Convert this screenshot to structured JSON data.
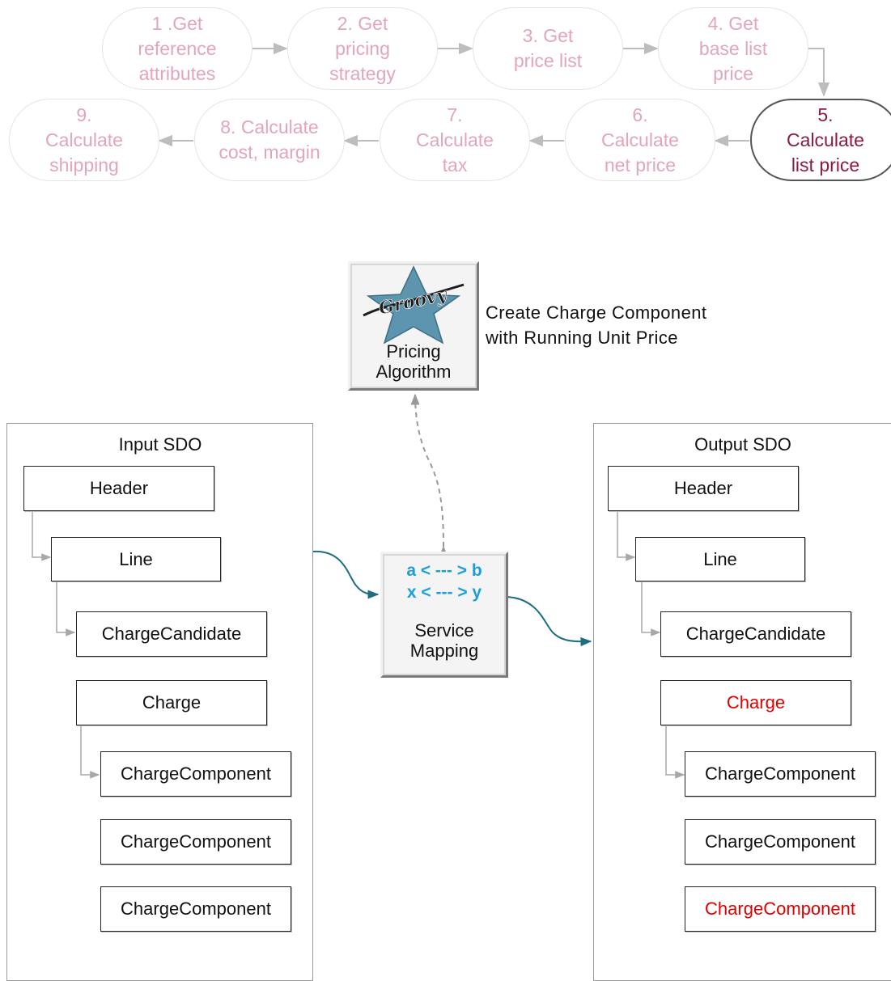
{
  "process_steps": [
    {
      "label": "1 .Get\nreference\nattributes",
      "active": false
    },
    {
      "label": "2. Get\npricing\nstrategy",
      "active": false
    },
    {
      "label": "3. Get\nprice list",
      "active": false
    },
    {
      "label": "4. Get\nbase list\nprice",
      "active": false
    },
    {
      "label": "5.\nCalculate\nlist price",
      "active": true
    },
    {
      "label": "6.\nCalculate\nnet price",
      "active": false
    },
    {
      "label": "7.\nCalculate\ntax",
      "active": false
    },
    {
      "label": "8. Calculate\ncost, margin",
      "active": false
    },
    {
      "label": "9.\nCalculate\nshipping",
      "active": false
    }
  ],
  "pricing_algorithm": {
    "label_line1": "Pricing",
    "label_line2": "Algorithm",
    "logo_text": "Groovy",
    "annotation_line1": "Create Charge  Component",
    "annotation_line2": "with Running Unit Price"
  },
  "service_mapping": {
    "map_line1": "a < --- > b",
    "map_line2": "x < --- > y",
    "label_line1": "Service",
    "label_line2": "Mapping"
  },
  "input_sdo": {
    "title": "Input SDO",
    "nodes": [
      {
        "label": "Header",
        "changed": false
      },
      {
        "label": "Line",
        "changed": false
      },
      {
        "label": "ChargeCandidate",
        "changed": false
      },
      {
        "label": "Charge",
        "changed": false
      },
      {
        "label": "ChargeComponent",
        "changed": false
      },
      {
        "label": "ChargeComponent",
        "changed": false
      },
      {
        "label": "ChargeComponent",
        "changed": false
      }
    ]
  },
  "output_sdo": {
    "title": "Output SDO",
    "nodes": [
      {
        "label": "Header",
        "changed": false
      },
      {
        "label": "Line",
        "changed": false
      },
      {
        "label": "ChargeCandidate",
        "changed": false
      },
      {
        "label": "Charge",
        "changed": true
      },
      {
        "label": "ChargeComponent",
        "changed": false
      },
      {
        "label": "ChargeComponent",
        "changed": false
      },
      {
        "label": "ChargeComponent",
        "changed": true
      }
    ]
  },
  "colors": {
    "inactive_step_text": "#e1a6ba",
    "active_step_text": "#8b1a45",
    "changed_node_text": "#e00000",
    "mapping_text": "#1a9fd8",
    "flow_arrow": "#1b6f80"
  }
}
